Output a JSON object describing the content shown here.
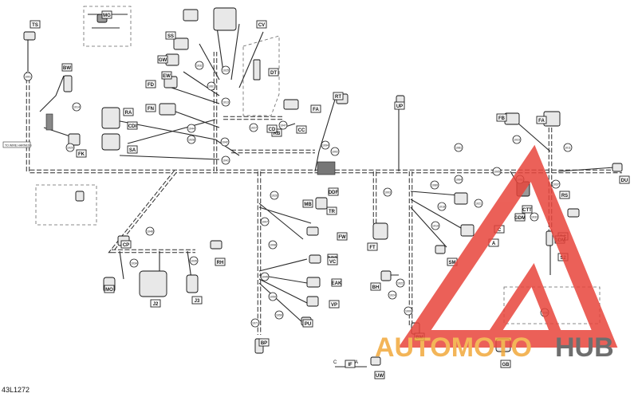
{
  "diagram_id": "43L1272",
  "watermark": {
    "word_part1": "AUTOMOTO",
    "word_part2": "HUB",
    "color_primary": "#e8453c",
    "color_secondary": "#f2a93b",
    "color_dark": "#555555"
  },
  "connector_tags": [
    "TS",
    "MG",
    "SS",
    "CV",
    "GW",
    "EW",
    "FD",
    "DT",
    "FN",
    "RB",
    "CD",
    "CC",
    "CDI",
    "RT",
    "FA",
    "UP",
    "FB",
    "FA",
    "DU",
    "DDF",
    "FW",
    "DRD",
    "FT",
    "SM",
    "CP",
    "RH",
    "MO",
    "J2",
    "J3",
    "VC",
    "EAK",
    "VP",
    "PU",
    "BH",
    "BP",
    "BM",
    "GB",
    "UW",
    "IF",
    "BW",
    "FK",
    "RA",
    "SA",
    "MB",
    "TR",
    "C",
    "A",
    "PC",
    "S2",
    "RS",
    "CTT",
    "GDM",
    "GDM"
  ],
  "wire_labels": [
    "1001",
    "1014",
    "1029",
    "1032",
    "1025",
    "1044",
    "1028",
    "1027",
    "1047",
    "1002",
    "1094",
    "1042",
    "1041",
    "1013",
    "1061",
    "1003",
    "1081",
    "1011",
    "1037",
    "1064",
    "1026",
    "1007",
    "1008",
    "1045",
    "1050",
    "1059",
    "1071",
    "1046",
    "1035",
    "1034",
    "1018",
    "1019",
    "1024",
    "1022",
    "1009",
    "1005",
    "1023",
    "1052",
    "1036",
    "1033",
    "1080",
    "1021"
  ],
  "side_label": "TO WIRE HARNESS",
  "legend_letters": {
    "c": "C",
    "a": "A"
  }
}
